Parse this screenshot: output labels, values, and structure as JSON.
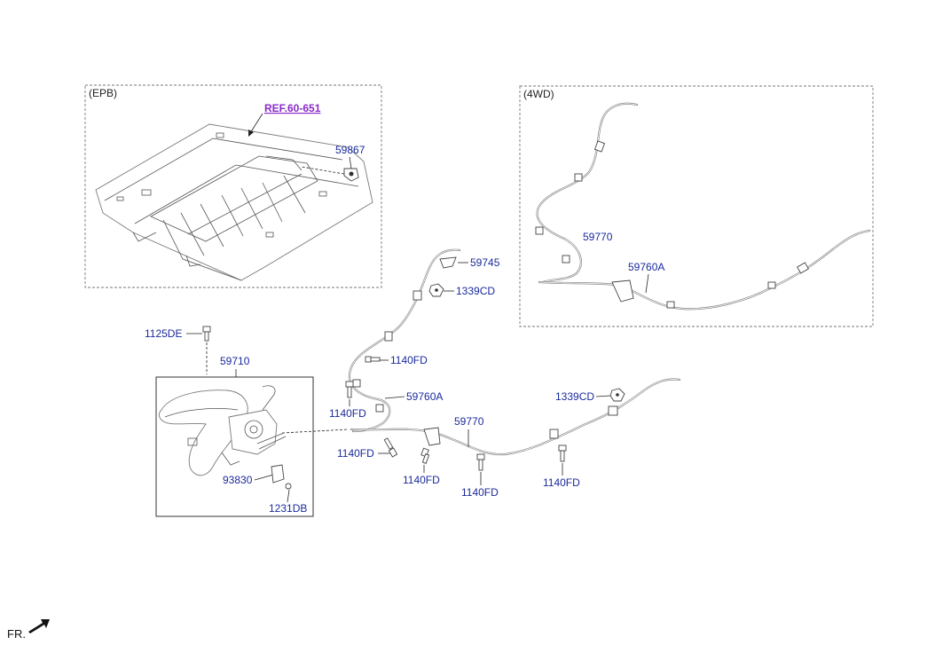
{
  "boxes": {
    "epb": "(EPB)",
    "fourwd": "(4WD)"
  },
  "ref_label": "REF.60-651",
  "parts": {
    "p59867": "59867",
    "p59745": "59745",
    "p1339cd_a": "1339CD",
    "p59770_a": "59770",
    "p59760a_a": "59760A",
    "p1125de": "1125DE",
    "p59710": "59710",
    "p1140fd_a": "1140FD",
    "p59760a_b": "59760A",
    "p1140fd_b": "1140FD",
    "p1339cd_b": "1339CD",
    "p59770_b": "59770",
    "p1140fd_c": "1140FD",
    "p1140fd_d": "1140FD",
    "p93830": "93830",
    "p1140fd_e": "1140FD",
    "p1140fd_f": "1140FD",
    "p1231db": "1231DB"
  },
  "direction_label": "FR.",
  "colors": {
    "part_label": "#1a2a9c",
    "ref_label": "#8a2bc8",
    "cable": "#8a8a8a"
  },
  "icons": {
    "direction": "fr-arrow-icon"
  }
}
